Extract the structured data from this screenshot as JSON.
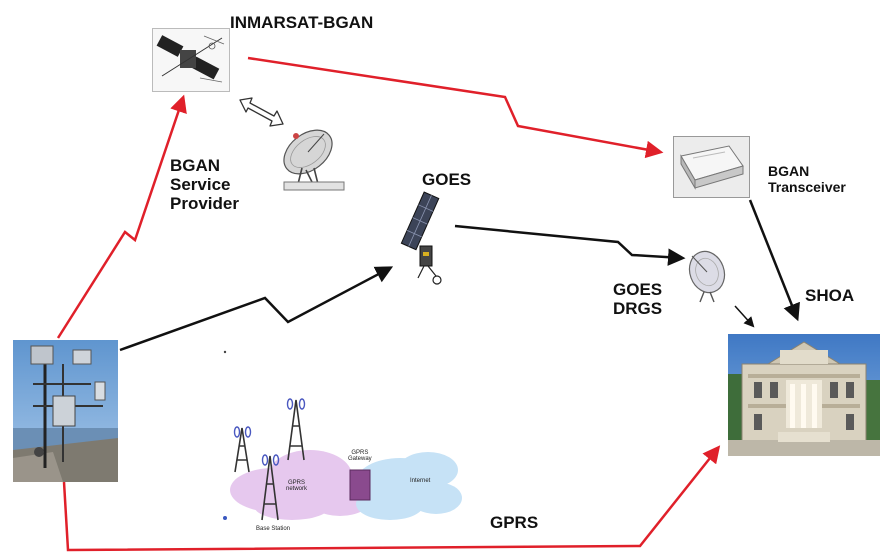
{
  "labels": {
    "inmarsat": "INMARSAT-BGAN",
    "bgan_service_provider": [
      "BGAN",
      "Service",
      "Provider"
    ],
    "goes": "GOES",
    "bgan_transceiver": [
      "BGAN",
      "Transceiver"
    ],
    "goes_drgs": [
      "GOES",
      "DRGS"
    ],
    "shoa": "SHOA",
    "gprs": "GPRS"
  },
  "network_labels": {
    "gprs_network": [
      "GPRS",
      "network"
    ],
    "gprs_gateway": [
      "GPRS",
      "Gateway"
    ],
    "internet": "Internet",
    "base_station": "Base Station"
  },
  "colors": {
    "red_link": "#e0202a",
    "black_link": "#111111",
    "cloud_pink": "#e6c8ee",
    "cloud_blue": "#c6e2f6",
    "gateway": "#8a4a8e"
  },
  "icons": [
    "satellite-photo-icon",
    "two-way-arrow-icon",
    "dish-antenna-icon",
    "goes-satellite-icon",
    "transceiver-icon",
    "drgs-dish-icon",
    "tide-station-photo",
    "building-photo",
    "radio-tower-icon"
  ]
}
